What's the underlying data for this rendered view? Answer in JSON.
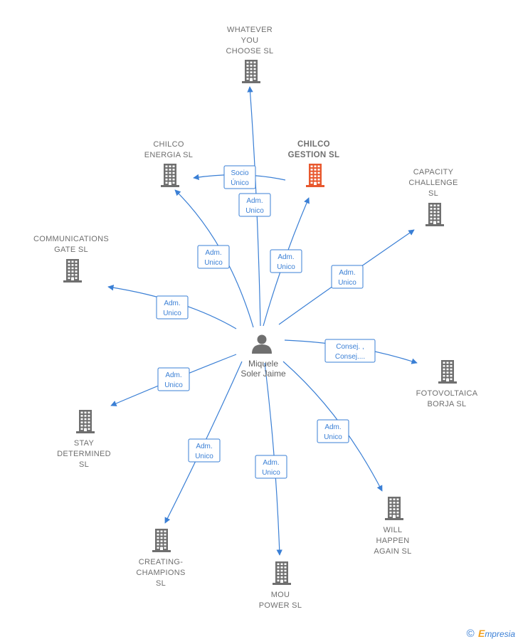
{
  "colors": {
    "edge": "#3a7fd5",
    "building": "#6f6f6f",
    "building_highlight": "#e8582e",
    "person": "#6f6f6f"
  },
  "person": {
    "name_lines": [
      "Miquele",
      "Soler Jaime"
    ],
    "icon": "person-icon"
  },
  "companies": [
    {
      "id": "whatever",
      "lines": [
        "WHATEVER",
        "YOU",
        "CHOOSE  SL"
      ],
      "highlight": false
    },
    {
      "id": "chilco-gestion",
      "lines": [
        "CHILCO",
        "GESTION  SL"
      ],
      "highlight": true
    },
    {
      "id": "chilco-energia",
      "lines": [
        "CHILCO",
        "ENERGIA  SL"
      ],
      "highlight": false
    },
    {
      "id": "capacity",
      "lines": [
        "CAPACITY",
        "CHALLENGE",
        "SL"
      ],
      "highlight": false
    },
    {
      "id": "communications",
      "lines": [
        "COMMUNICATIONS",
        "GATE  SL"
      ],
      "highlight": false
    },
    {
      "id": "fotovoltaica",
      "lines": [
        "FOTOVOLTAICA",
        "BORJA  SL"
      ],
      "highlight": false
    },
    {
      "id": "stay",
      "lines": [
        "STAY",
        "DETERMINED",
        "SL"
      ],
      "highlight": false
    },
    {
      "id": "creating",
      "lines": [
        "CREATING-",
        "CHAMPIONS",
        "SL"
      ],
      "highlight": false
    },
    {
      "id": "mou",
      "lines": [
        "MOU",
        "POWER  SL"
      ],
      "highlight": false
    },
    {
      "id": "will",
      "lines": [
        "WILL",
        "HAPPEN",
        "AGAIN  SL"
      ],
      "highlight": false
    }
  ],
  "relations": [
    {
      "from": "person",
      "to": "whatever",
      "label_lines": [
        "Adm.",
        "Unico"
      ]
    },
    {
      "from": "chilco-gestion",
      "to": "chilco-energia",
      "label_lines": [
        "Socio",
        "Único"
      ]
    },
    {
      "from": "person",
      "to": "chilco-energia",
      "label_lines": [
        "Adm.",
        "Unico"
      ]
    },
    {
      "from": "person",
      "to": "chilco-gestion",
      "label_lines": [
        "Adm.",
        "Unico"
      ]
    },
    {
      "from": "person",
      "to": "capacity",
      "label_lines": [
        "Adm.",
        "Unico"
      ]
    },
    {
      "from": "person",
      "to": "communications",
      "label_lines": [
        "Adm.",
        "Unico"
      ]
    },
    {
      "from": "person",
      "to": "fotovoltaica",
      "label_lines": [
        "Consej. ,",
        "Consej...."
      ]
    },
    {
      "from": "person",
      "to": "stay",
      "label_lines": [
        "Adm.",
        "Unico"
      ]
    },
    {
      "from": "person",
      "to": "creating",
      "label_lines": [
        "Adm.",
        "Unico"
      ]
    },
    {
      "from": "person",
      "to": "mou",
      "label_lines": [
        "Adm.",
        "Unico"
      ]
    },
    {
      "from": "person",
      "to": "will",
      "label_lines": [
        "Adm.",
        "Unico"
      ]
    }
  ],
  "footer": {
    "copyright_symbol": "©",
    "brand_first_letter": "E",
    "brand_rest": "mpresia"
  }
}
